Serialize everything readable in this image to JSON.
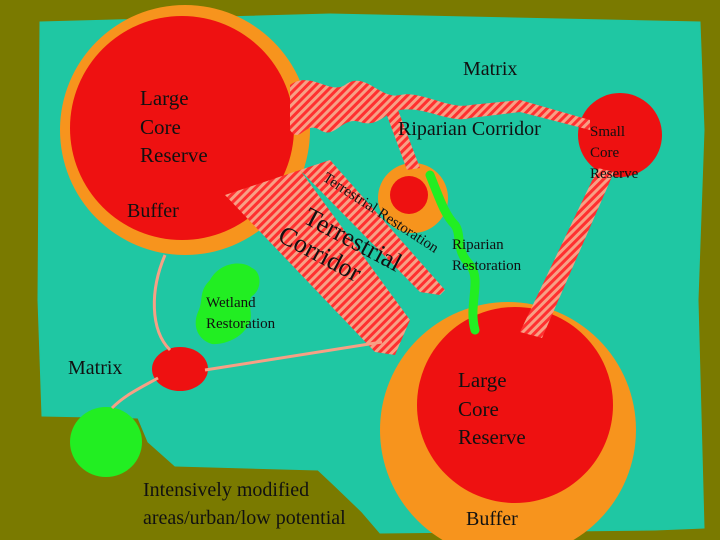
{
  "colors": {
    "background": "#7a7a00",
    "matrix": "#1fc7a3",
    "buffer": "#f7941d",
    "core": "#ee1111",
    "corridor_hatch_a": "#ff3030",
    "corridor_hatch_b": "#f7a085",
    "wetland": "#22ee22",
    "riparian": "#22ee22"
  },
  "labels": {
    "matrix_top": "Matrix",
    "matrix_left": "Matrix",
    "large_core_reserve_top": [
      "Large",
      "Core",
      "Reserve"
    ],
    "riparian_corridor": "Riparian Corridor",
    "small_core_reserve": [
      "Small",
      "Core",
      "Reserve"
    ],
    "buffer_left": "Buffer",
    "terrestrial_corridor": [
      "Terrestrial",
      "Corridor"
    ],
    "terrestrial_restoration": "Terrestrial Restoration",
    "riparian_restoration": [
      "Riparian",
      "Restoration"
    ],
    "wetland_restoration": [
      "Wetland",
      "Restoration"
    ],
    "large_core_reserve_bottom": [
      "Large",
      "Core",
      "Reserve"
    ],
    "intensive": [
      "Intensively modified",
      "areas/urban/low potential"
    ],
    "buffer_bottom": "Buffer"
  }
}
